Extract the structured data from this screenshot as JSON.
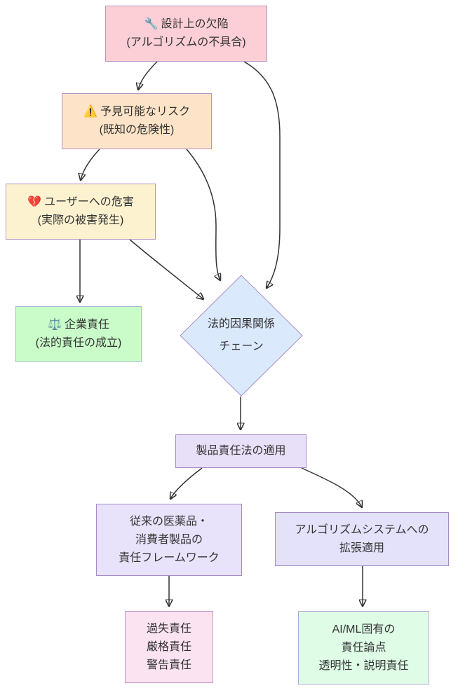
{
  "diagram": {
    "type": "flowchart",
    "direction": "top-down",
    "background": "#ffffff",
    "arrow_color": "#333333",
    "text_color": "#333333"
  },
  "nodes": {
    "design_defect": {
      "icon": "🔧",
      "title": "設計上の欠陥",
      "subtitle": "(アルゴリズムの不具合)",
      "fill": "#fbcfd5",
      "border": "#b793c5",
      "shape": "rect"
    },
    "risk": {
      "icon": "⚠️",
      "title": "予見可能なリスク",
      "subtitle": "(既知の危険性)",
      "fill": "#fde4c8",
      "border": "#b793c5",
      "shape": "rect"
    },
    "harm": {
      "icon": "💔",
      "title": "ユーザーへの危害",
      "subtitle": "(実際の被害発生)",
      "fill": "#fdf2cf",
      "border": "#b793c5",
      "shape": "rect"
    },
    "liability": {
      "icon": "⚖️",
      "title": "企業責任",
      "subtitle": "(法的責任の成立)",
      "fill": "#c9fcc9",
      "border": "#a9b8d8",
      "shape": "rect"
    },
    "causation": {
      "lines": [
        "法的因果関係",
        "チェーン"
      ],
      "fill": "#dbe9fc",
      "border": "#a98fc9",
      "shape": "diamond"
    },
    "product_law": {
      "lines": [
        "製品責任法の適用"
      ],
      "fill": "#e8e0f9",
      "border": "#a58cc8",
      "shape": "rect"
    },
    "traditional": {
      "lines": [
        "従来の医薬品・",
        "消費者製品の",
        "責任フレームワーク"
      ],
      "fill": "#e8e2fa",
      "border": "#a58cc8",
      "shape": "rect"
    },
    "extension": {
      "lines": [
        "アルゴリズムシステムへの",
        "拡張適用"
      ],
      "fill": "#e4e2fa",
      "border": "#a58cc8",
      "shape": "rect"
    },
    "liability_types": {
      "lines": [
        "過失責任",
        "厳格責任",
        "警告責任"
      ],
      "fill": "#fbe3f1",
      "border": "#c596cb",
      "shape": "rect"
    },
    "ai_ml": {
      "lines": [
        "AI/ML固有の",
        "責任論点",
        "透明性・説明責任"
      ],
      "fill": "#defce6",
      "border": "#b3a8d8",
      "shape": "rect"
    }
  },
  "edges": [
    {
      "from": "design_defect",
      "to": "risk"
    },
    {
      "from": "design_defect",
      "to": "causation"
    },
    {
      "from": "risk",
      "to": "harm"
    },
    {
      "from": "risk",
      "to": "causation"
    },
    {
      "from": "harm",
      "to": "liability"
    },
    {
      "from": "harm",
      "to": "causation"
    },
    {
      "from": "causation",
      "to": "product_law"
    },
    {
      "from": "product_law",
      "to": "traditional"
    },
    {
      "from": "product_law",
      "to": "extension"
    },
    {
      "from": "traditional",
      "to": "liability_types"
    },
    {
      "from": "extension",
      "to": "ai_ml"
    }
  ]
}
